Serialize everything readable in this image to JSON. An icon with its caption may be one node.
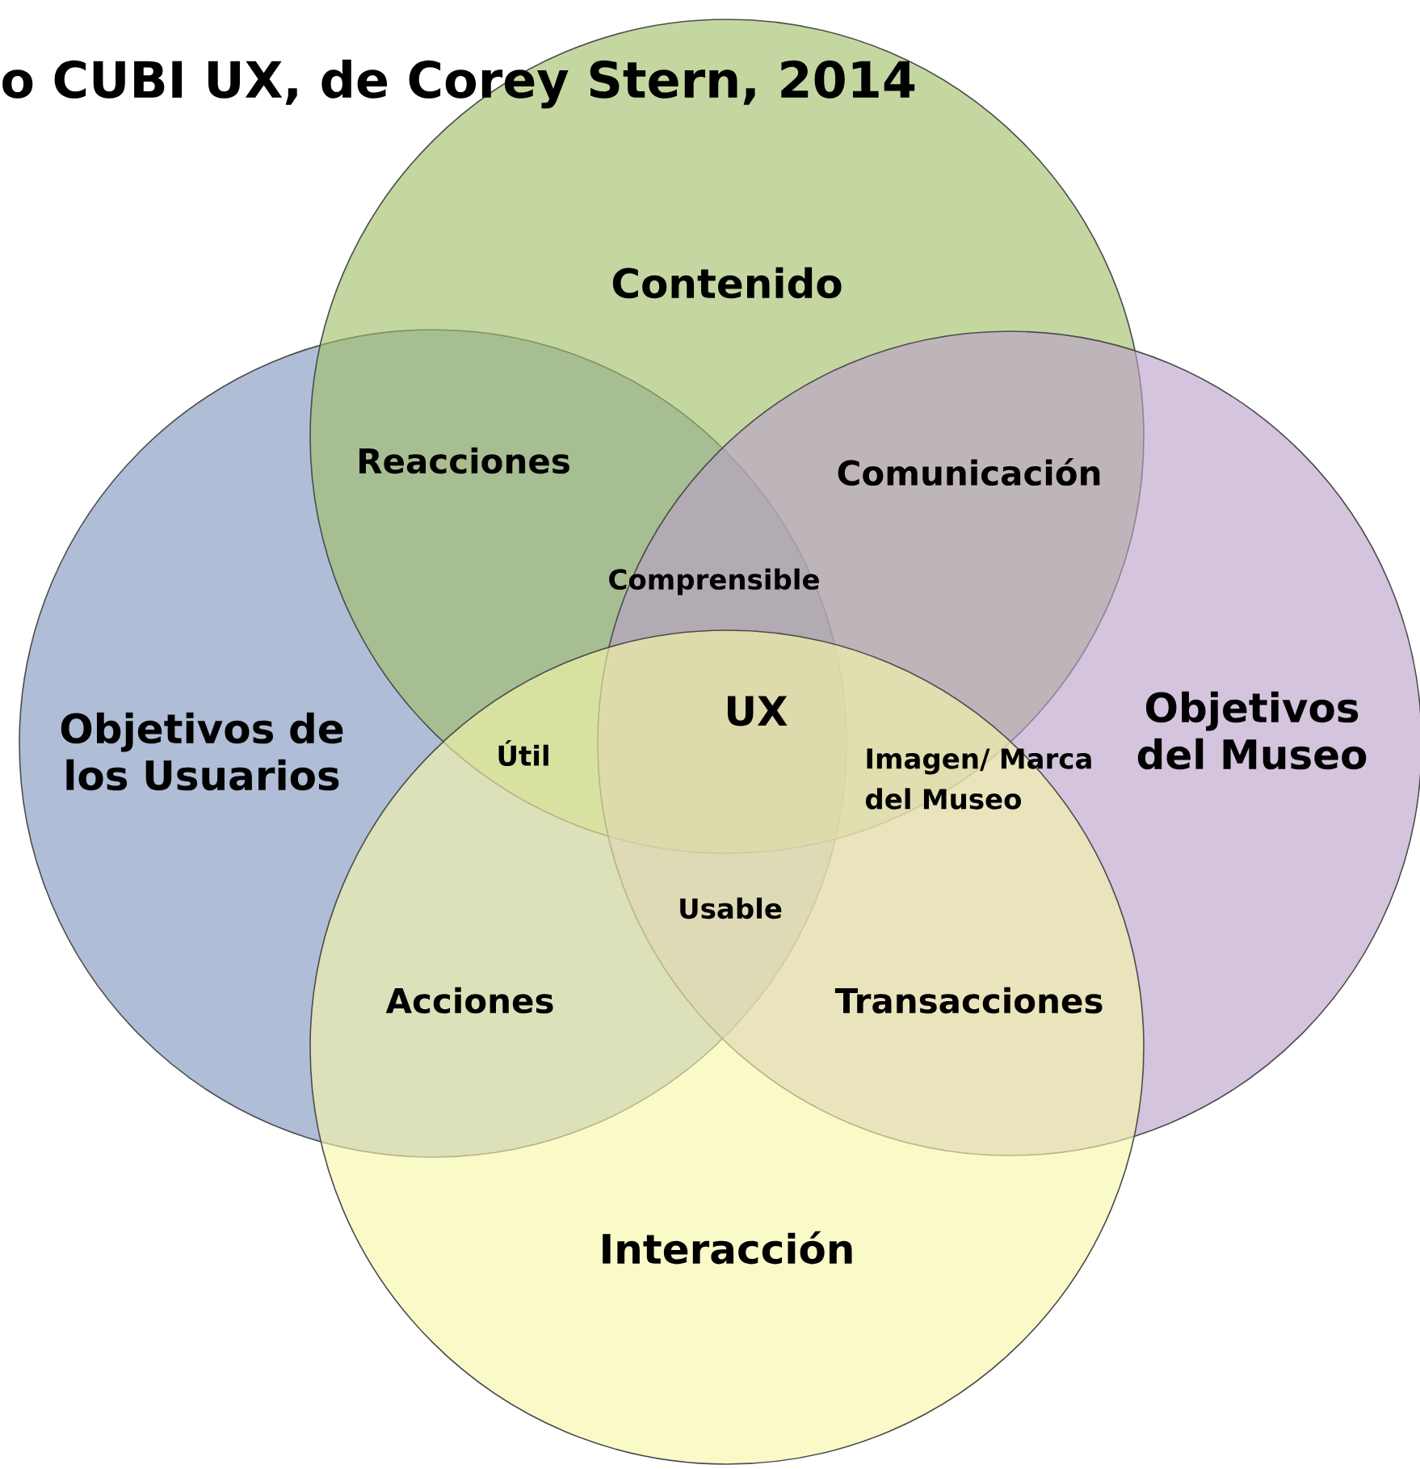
{
  "diagram": {
    "title": "o CUBI UX, de Corey Stern, 2014",
    "nodes": [
      {
        "text": [
          "Contenido"
        ]
      },
      {
        "text": [
          "Objetivos de los Usuarios"
        ]
      },
      {
        "text": [
          "Objetivos del Museo"
        ]
      },
      {
        "text": [
          "Interacción"
        ]
      }
    ],
    "labels": [
      "Reacciones",
      "Comunicación",
      "Comprensible",
      "UX",
      "Útil",
      "Imagen/ Marca del Museo",
      "Usable",
      "Acciones",
      "Transacciones"
    ]
  }
}
